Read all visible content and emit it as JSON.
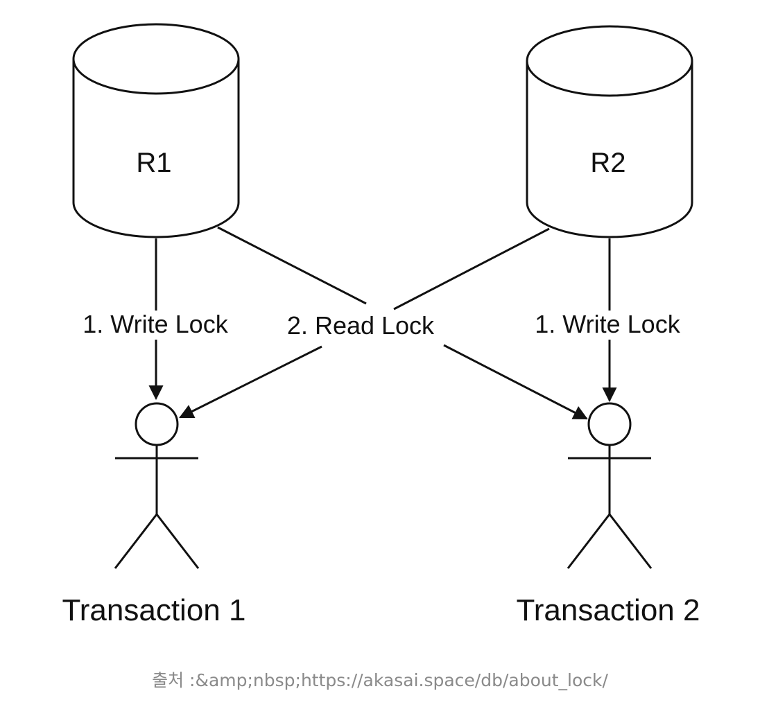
{
  "diagram": {
    "resources": [
      {
        "id": "r1",
        "label": "R1"
      },
      {
        "id": "r2",
        "label": "R2"
      }
    ],
    "actors": [
      {
        "id": "t1",
        "label": "Transaction 1"
      },
      {
        "id": "t2",
        "label": "Transaction 2"
      }
    ],
    "edges": [
      {
        "from": "r1",
        "to": "t1",
        "label": "1. Write Lock"
      },
      {
        "from": "r2",
        "to": "t2",
        "label": "1. Write Lock"
      },
      {
        "from": "r1",
        "to": "t2",
        "label": "2. Read Lock"
      },
      {
        "from": "r2",
        "to": "t1",
        "label": "2. Read Lock"
      }
    ],
    "colors": {
      "stroke": "#111111",
      "caption": "#8a8a8a"
    }
  },
  "caption": "출처 :&amp;nbsp;https://akasai.space/db/about_lock/"
}
